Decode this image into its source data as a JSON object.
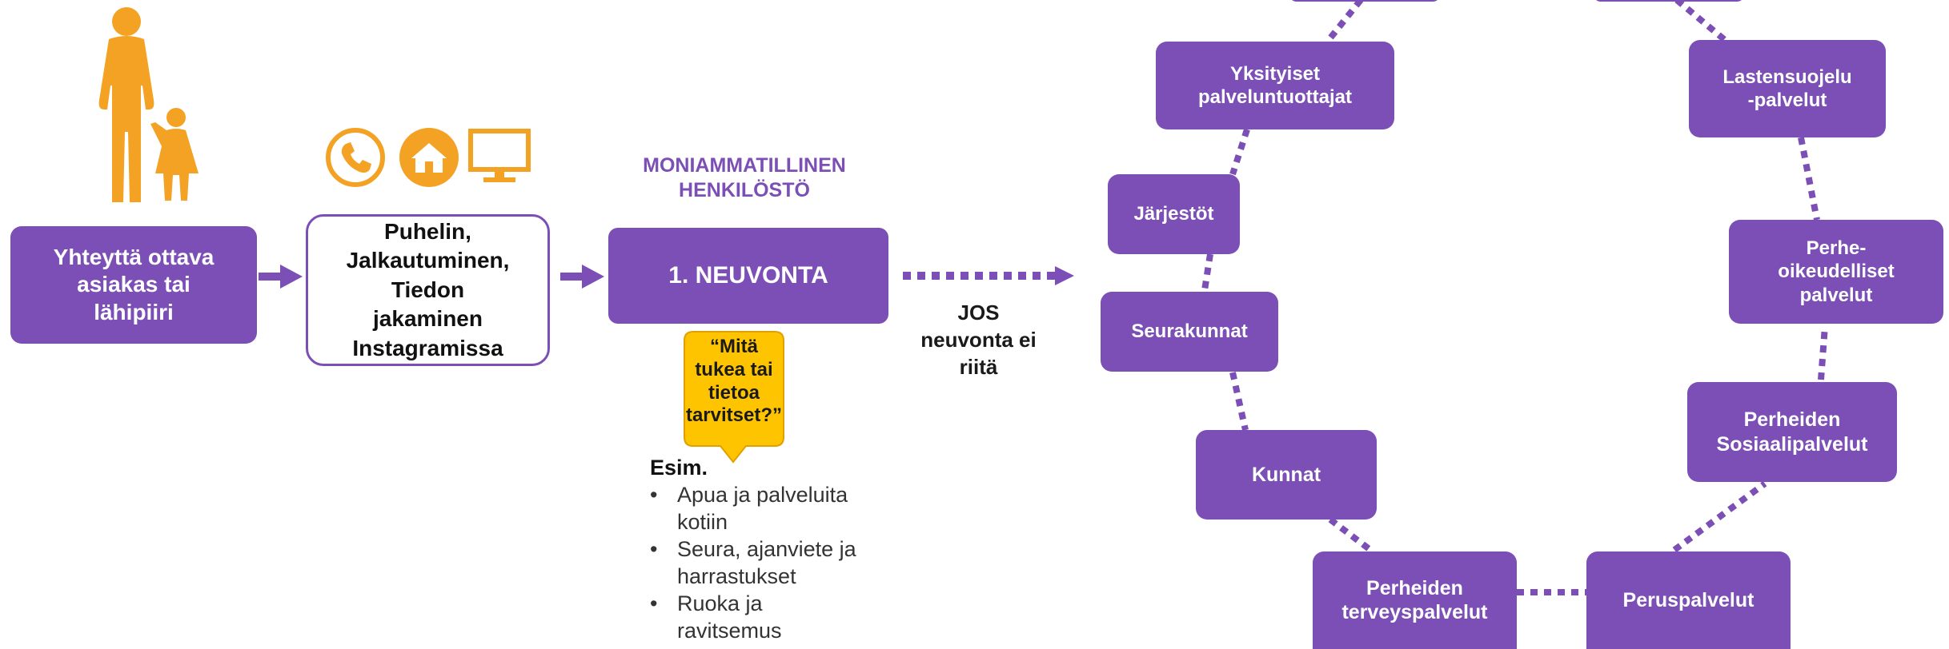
{
  "colors": {
    "purple": "#7b4fb5",
    "orange": "#f4a223",
    "yellow": "#ffc400",
    "text": "#1a1a1a"
  },
  "icons": [
    "family-icon",
    "phone-icon",
    "home-icon",
    "computer-icon",
    "arrow-right-icon"
  ],
  "flow": {
    "client_box": "Yhteyttä ottava\nasiakas tai\nlähipiiri",
    "channels_box": "Puhelin,\nJalkautuminen,\nTiedon\njakaminen\nInstagramissa",
    "staff_heading": "MONIAMMATILLINEN\nHENKILÖSTÖ",
    "counseling_box": "1. NEUVONTA",
    "question_bubble": "“Mitä\ntukea tai\ntietoa\ntarvitset?”",
    "examples_title": "Esim.",
    "examples": [
      "Apua ja palveluita\nkotiin",
      "Seura, ajanviete ja\nharrastukset",
      "Ruoka ja\nravitsemus"
    ],
    "condition_text": "JOS\nneuvonta ei\nriitä"
  },
  "network": {
    "private_providers": "Yksityiset\npalveluntuottajat",
    "organizations": "Järjestöt",
    "parishes": "Seurakunnat",
    "municipalities": "Kunnat",
    "family_health": "Perheiden\nterveyspalvelut",
    "basic_services": "Peruspalvelut",
    "family_social": "Perheiden\nSosiaalipalvelut",
    "family_law": "Perhe-\noikeudelliset\npalvelut",
    "child_protection": "Lastensuojelu\n-palvelut"
  }
}
